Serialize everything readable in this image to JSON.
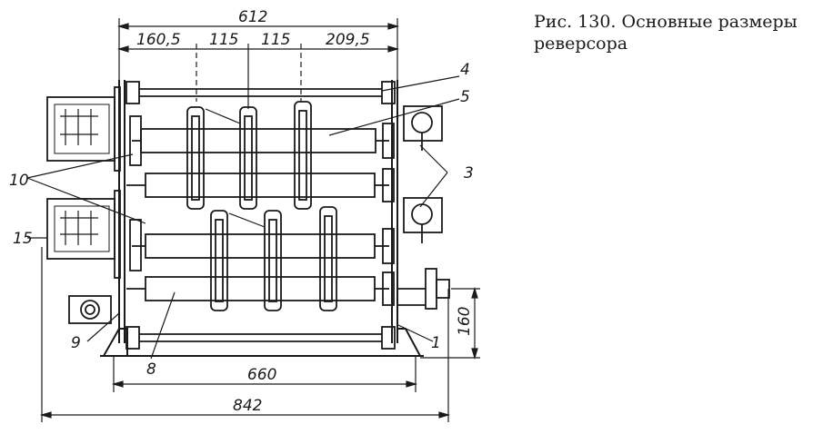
{
  "caption": {
    "line1": "Рис. 130. Основные размеры",
    "line2": "реверсора"
  },
  "dimensions": {
    "overall_width_top": "612",
    "seg1": "160,5",
    "seg2": "115",
    "seg3": "115",
    "seg4": "209,5",
    "base_width": "660",
    "total_width": "842",
    "height_right": "160"
  },
  "callouts": {
    "c1": "1",
    "c3": "3",
    "c4": "4",
    "c5": "5",
    "c8": "8",
    "c9": "9",
    "c10": "10",
    "c15": "15"
  }
}
